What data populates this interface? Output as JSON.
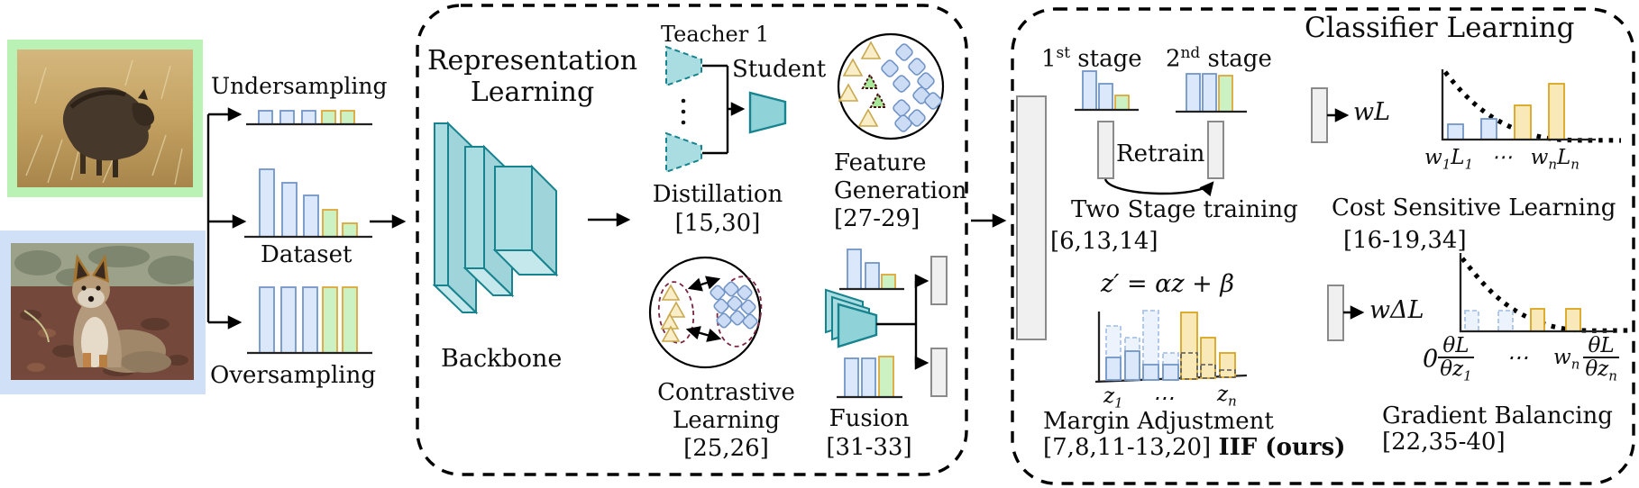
{
  "colors": {
    "teal_stroke": "#17838f",
    "teal_light": "#aadde2",
    "teal_mid": "#9fd4da",
    "teal_dark": "#8fd2d8",
    "blue_fill": "#dbe8fb",
    "blue_stroke": "#7295c6",
    "blue_dash_stroke": "#a9c3e8",
    "green_fill": "#ccf2c4",
    "green_stroke": "#dda73a",
    "yellow_fill": "#f9e9b8",
    "yellow_stroke": "#d9a520",
    "tri_yellow_fill": "#faeec8",
    "tri_yellow_stroke": "#c9a94e",
    "tri_green_fill": "#a9e79b",
    "tri_green_stroke": "#4a1010",
    "diamond_fill": "#ccdcf5",
    "diamond_stroke": "#7295c6",
    "frame_green": "#b9f2b4",
    "frame_blue": "#cfe0f7",
    "gray_fill": "#f0f0f0",
    "gray_stroke": "#8a8a8a"
  },
  "input": {
    "undersampling_label": "Undersampling",
    "dataset_label": "Dataset",
    "oversampling_label": "Oversampling"
  },
  "representation": {
    "title_line1": "Representation",
    "title_line2": "Learning",
    "backbone_label": "Backbone",
    "distillation": {
      "teacher_label": "Teacher 1",
      "student_label": "Student",
      "name": "Distillation",
      "refs": "[15,30]"
    },
    "feature_generation": {
      "name_line1": "Feature",
      "name_line2": "Generation",
      "refs": "[27-29]"
    },
    "contrastive": {
      "name_line1": "Contrastive",
      "name_line2": "Learning",
      "refs": "[25,26]"
    },
    "fusion": {
      "name": "Fusion",
      "refs": "[31-33]"
    }
  },
  "classifier": {
    "title": "Classifier Learning",
    "two_stage": {
      "stage1_num": "1",
      "stage1_sup": "st",
      "stage1_word": "stage",
      "stage2_num": "2",
      "stage2_sup": "nd",
      "stage2_word": "stage",
      "retrain_label": "Retrain",
      "name": "Two Stage training",
      "refs": "[6,13,14]"
    },
    "cost_sensitive": {
      "weighted_loss": "wL",
      "axis": {
        "w": "w",
        "one": "1",
        "L": "L",
        "dots": "⋯",
        "n": "n"
      },
      "name": "Cost Sensitive Learning",
      "refs": "[16-19,34]"
    },
    "margin": {
      "formula": "z′ = αz + β",
      "axis": {
        "z": "z",
        "one": "1",
        "dots": "⋯",
        "n": "n"
      },
      "name": "Margin Adjustment",
      "refs": "[7,8,11-13,20]",
      "ours": "IIF (ours)"
    },
    "gradient": {
      "weighted_delta": "wΔL",
      "axis": {
        "zero": "0",
        "num": "θL",
        "den_base": "θz",
        "den1_sub": "1",
        "dots": "⋯",
        "w": "w",
        "w_sub": "n",
        "denn_sub": "n"
      },
      "name": "Gradient Balancing",
      "refs": "[22,35-40]"
    }
  }
}
